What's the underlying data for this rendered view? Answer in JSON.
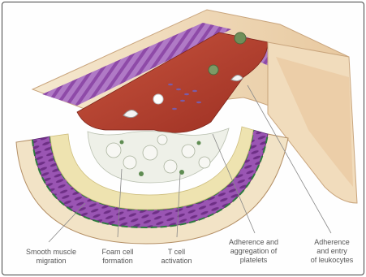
{
  "labels": {
    "smooth_muscle": "Smooth muscle\nmigration",
    "foam_cell": "Foam cell\nformation",
    "t_cell": "T cell\nactivation",
    "platelets": "Adherence and\naggregation of\nplatelets",
    "leukocytes": "Adherence\nand entry\nof leukocytes"
  },
  "colors": {
    "adventitia": "#f2e3c6",
    "media": "#9a55b3",
    "media_dark": "#6e2f86",
    "intima": "#eee3b0",
    "lumen_blood": "#b8402e",
    "plaque": "#eef0e8",
    "elastic_lamina": "#2f7a3f",
    "leader_line": "#888888"
  }
}
